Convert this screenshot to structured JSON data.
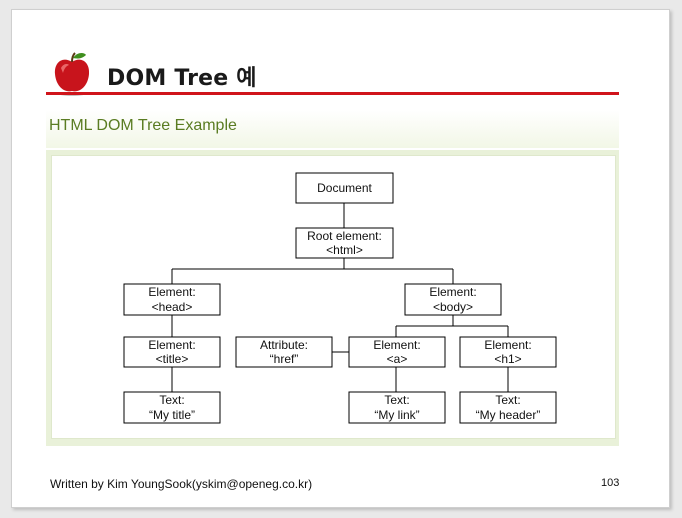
{
  "slide": {
    "title": "DOM Tree 예",
    "subtitle": "HTML DOM Tree Example",
    "author": "Written by Kim YoungSook(yskim@openeg.co.kr)",
    "page_number": "103"
  },
  "colors": {
    "title_rule": "#d0141b",
    "subtitle_text": "#5a7c22",
    "diagram_frame": "#e9f1d9"
  },
  "icons": {
    "title_icon": "apple-icon"
  },
  "tree": {
    "nodes": {
      "document": [
        "Document"
      ],
      "root": [
        "Root element:",
        "<html>"
      ],
      "head": [
        "Element:",
        "<head>"
      ],
      "body": [
        "Element:",
        "<body>"
      ],
      "title": [
        "Element:",
        "<title>"
      ],
      "attribute": [
        "Attribute:",
        "“href”"
      ],
      "a": [
        "Element:",
        "<a>"
      ],
      "h1": [
        "Element:",
        "<h1>"
      ],
      "text_title": [
        "Text:",
        "“My title”"
      ],
      "text_link": [
        "Text:",
        "“My link”"
      ],
      "text_header": [
        "Text:",
        "“My header”"
      ]
    }
  }
}
